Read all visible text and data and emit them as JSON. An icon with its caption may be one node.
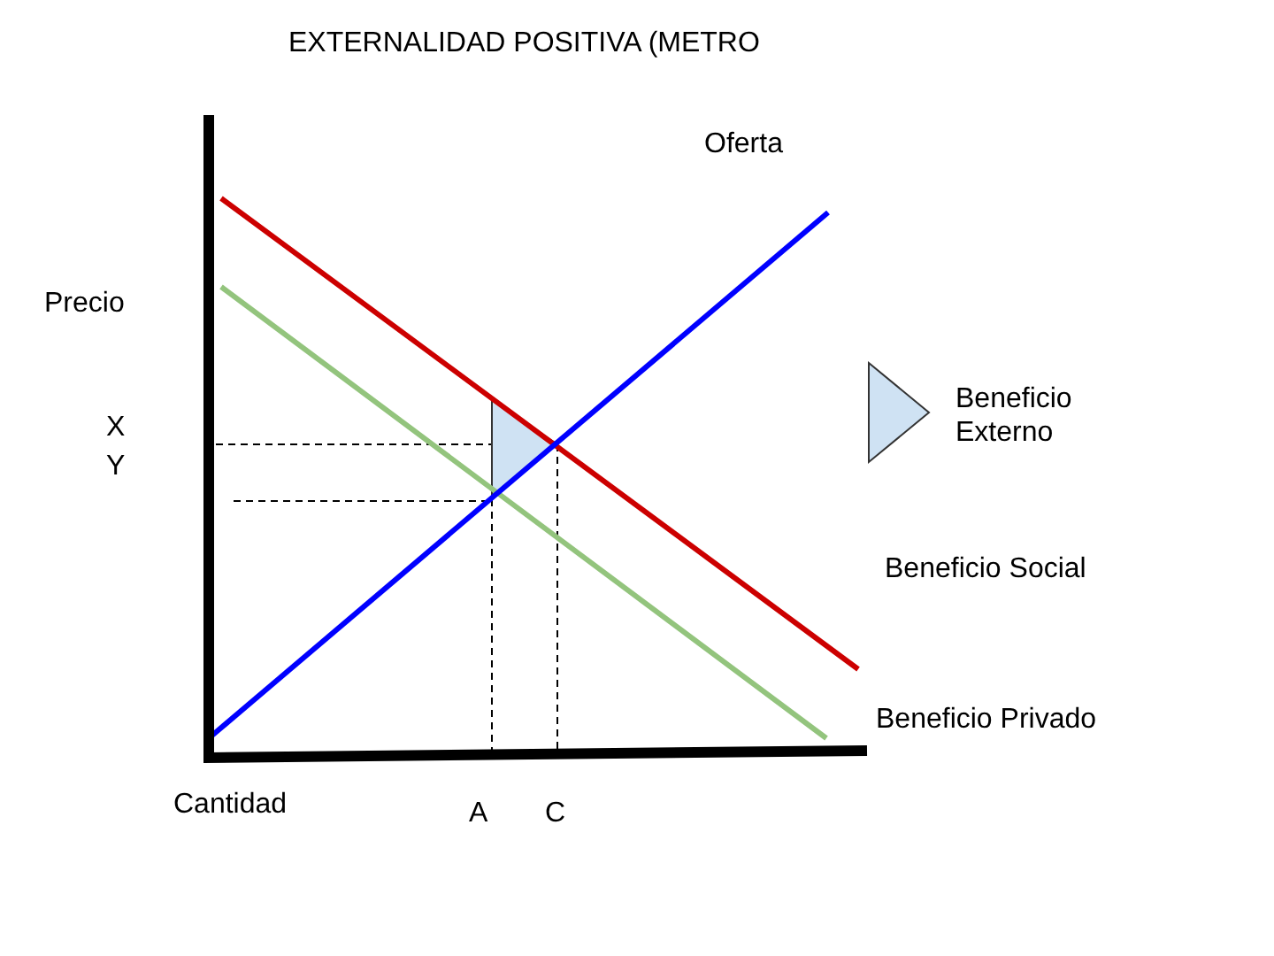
{
  "diagram": {
    "title": "EXTERNALIDAD POSITIVA (METRO",
    "labels": [
      "Oferta",
      "Precio",
      "X",
      "Y",
      "Beneficio Social",
      "Beneficio Privado",
      "Cantidad",
      "A",
      "C"
    ],
    "legend": [
      {
        "text": "Beneficio Externo",
        "color": "#cfe2f3"
      }
    ]
  }
}
